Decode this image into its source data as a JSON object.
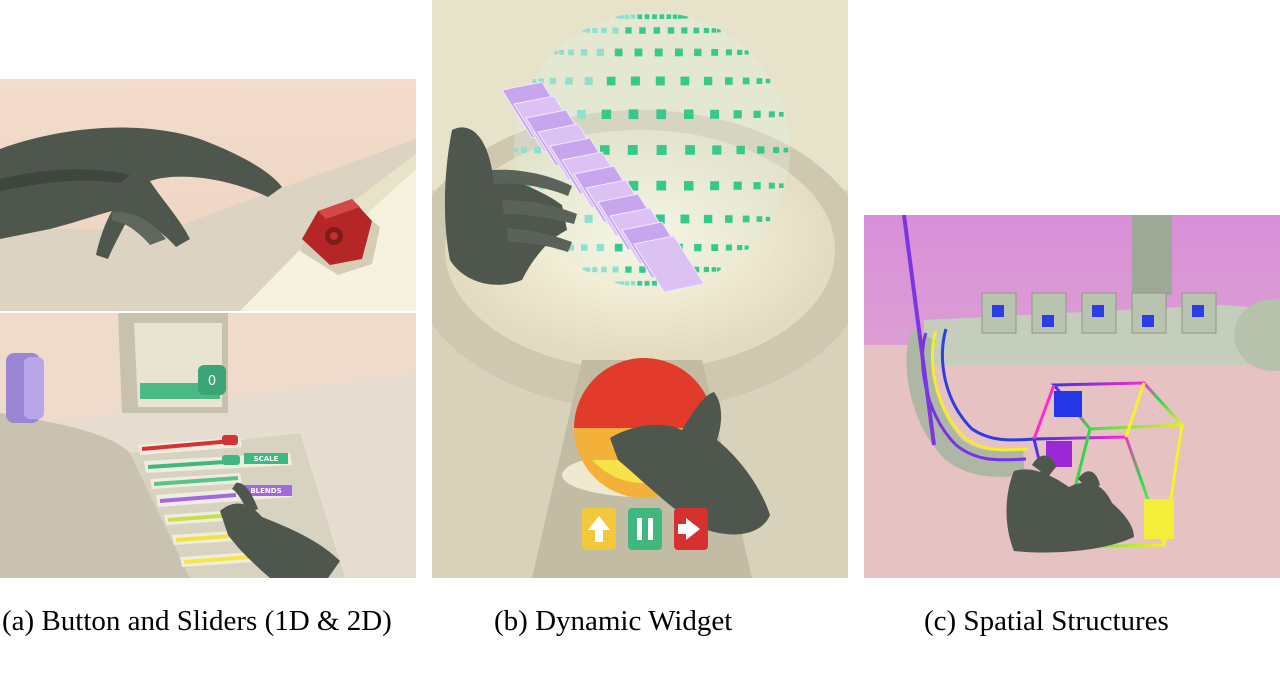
{
  "figure": {
    "panels": [
      {
        "id": "a",
        "caption": "(a) Button and Sliders (1D & 2D)",
        "labels": {
          "slider_value": "0",
          "scale_tag": "SCALE",
          "blend_tag": "BLENDS"
        }
      },
      {
        "id": "b",
        "caption": "(b) Dynamic Widget"
      },
      {
        "id": "c",
        "caption": "(c) Spatial Structures"
      }
    ]
  },
  "colors": {
    "scene_background_a": "#f2d8c6",
    "scene_background_b": "#e8e4c8",
    "scene_background_c": "#d79ad8",
    "hand": "#4f564e",
    "red_button": "#c53030",
    "green": "#39b985",
    "yellow": "#f7e54a"
  }
}
